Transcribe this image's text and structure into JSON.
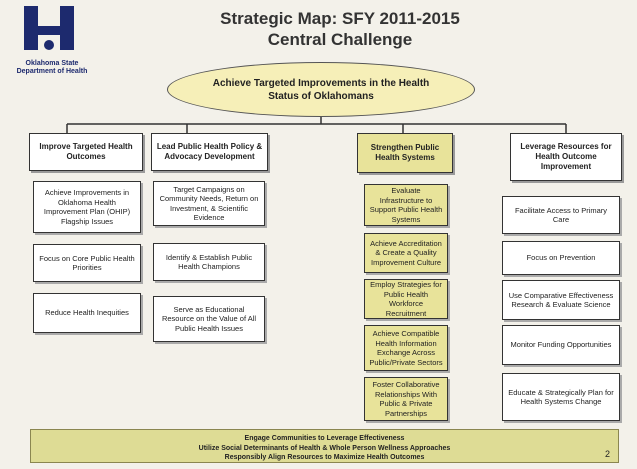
{
  "logo": {
    "line1": "Oklahoma State",
    "line2": "Department of Health"
  },
  "title": {
    "line1": "Strategic Map: SFY 2011-2015",
    "line2": "Central Challenge"
  },
  "central_challenge": "Achieve Targeted Improvements in the Health Status of Oklahomans",
  "columns": [
    {
      "heading": "Improve Targeted Health Outcomes",
      "items": [
        "Achieve Improvements in Oklahoma Health Improvement Plan (OHIP) Flagship Issues",
        "Focus on Core Public Health Priorities",
        "Reduce Health Inequities"
      ]
    },
    {
      "heading": "Lead Public Health Policy & Advocacy Development",
      "items": [
        "Target Campaigns on Community Needs, Return on Investment, & Scientific Evidence",
        "Identify & Establish Public Health Champions",
        "Serve as Educational Resource on the Value of All Public Health Issues"
      ]
    },
    {
      "heading": "Strengthen Public Health Systems",
      "items": [
        "Evaluate Infrastructure to Support Public Health Systems",
        "Achieve Accreditation & Create a Quality Improvement Culture",
        "Employ Strategies for Public Health Workforce Recruitment",
        "Achieve Compatible Health Information Exchange Across Public/Private Sectors",
        "Foster Collaborative Relationships With Public & Private Partnerships"
      ]
    },
    {
      "heading": "Leverage Resources for Health Outcome Improvement",
      "items": [
        "Facilitate Access to Primary Care",
        "Focus on Prevention",
        "Use Comparative Effectiveness Research & Evaluate Science",
        "Monitor Funding Opportunities",
        "Educate & Strategically Plan for Health Systems Change"
      ]
    }
  ],
  "footer": {
    "line1": "Engage Communities to Leverage Effectiveness",
    "line2": "Utilize Social Determinants of Health & Whole Person Wellness Approaches",
    "line3": "Responsibly Align Resources to Maximize Health Outcomes",
    "page_number": "2"
  },
  "colors": {
    "highlight": "#e8e39a",
    "ellipse": "#f6efb8",
    "footer": "#dedc95",
    "logo": "#1d2a6e"
  }
}
